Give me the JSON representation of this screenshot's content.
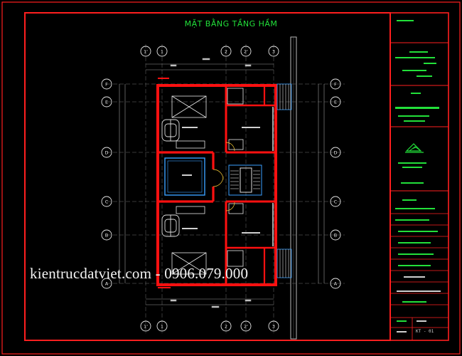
{
  "drawing": {
    "title": "MẶT BẰNG TẦNG HẦM",
    "watermark": "kientrucdatviet.com - 0906.079.000",
    "sheet_code": "KT - 01"
  },
  "grid_bubbles": {
    "top": [
      "1'",
      "1",
      "2",
      "2'",
      "3"
    ],
    "bottom": [
      "1'",
      "1",
      "2",
      "2'",
      "3"
    ],
    "left": [
      "F",
      "E",
      "D",
      "C",
      "B",
      "A"
    ],
    "right": [
      "F",
      "E",
      "D",
      "C",
      "B",
      "A"
    ]
  },
  "colors": {
    "background": "#000000",
    "border": "#ff1f1f",
    "walls": "#ff1010",
    "title": "#22e03a",
    "grid": "#8a8a8a",
    "stair": "#3aa0ff"
  },
  "icons": [
    "car-icon",
    "column-icon",
    "stair-icon",
    "logo-icon"
  ]
}
